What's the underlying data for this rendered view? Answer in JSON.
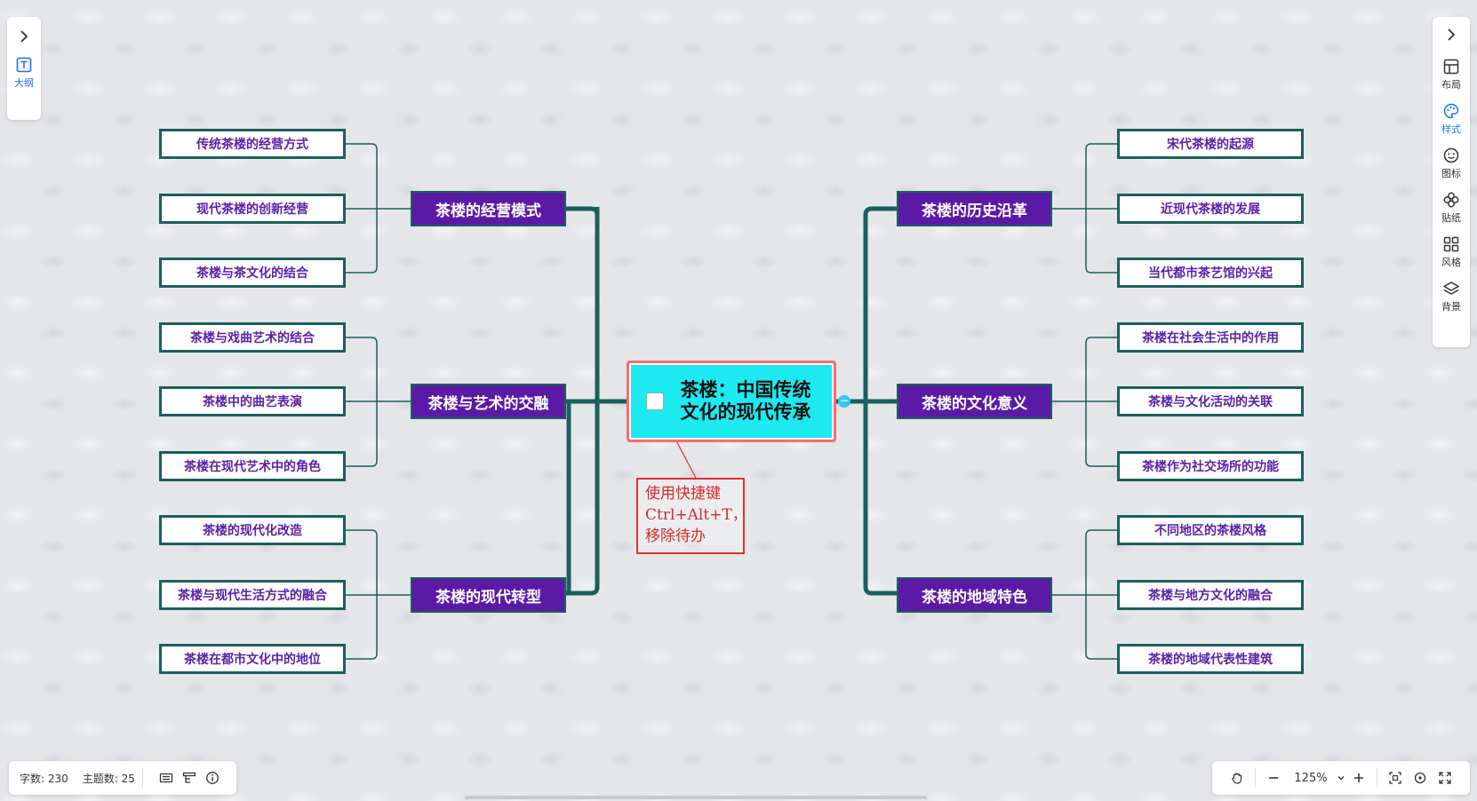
{
  "left_panel": {
    "outline_label": "大纲"
  },
  "right_panel": {
    "tools": [
      {
        "label": "布局",
        "icon": "layout-icon"
      },
      {
        "label": "样式",
        "icon": "palette-icon",
        "active": true
      },
      {
        "label": "图标",
        "icon": "smile-icon"
      },
      {
        "label": "贴纸",
        "icon": "sticker-icon"
      },
      {
        "label": "风格",
        "icon": "grid-icon"
      },
      {
        "label": "背景",
        "icon": "layers-icon"
      }
    ]
  },
  "mindmap": {
    "root": {
      "line1": "茶楼：中国传统",
      "line2": "文化的现代传承"
    },
    "left_branches": [
      {
        "label": "茶楼的经营模式",
        "children": [
          "传统茶楼的经营方式",
          "现代茶楼的创新经营",
          "茶楼与茶文化的结合"
        ]
      },
      {
        "label": "茶楼与艺术的交融",
        "children": [
          "茶楼与戏曲艺术的结合",
          "茶楼中的曲艺表演",
          "茶楼在现代艺术中的角色"
        ]
      },
      {
        "label": "茶楼的现代转型",
        "children": [
          "茶楼的现代化改造",
          "茶楼与现代生活方式的融合",
          "茶楼在都市文化中的地位"
        ]
      }
    ],
    "right_branches": [
      {
        "label": "茶楼的历史沿革",
        "children": [
          "宋代茶楼的起源",
          "近现代茶楼的发展",
          "当代都市茶艺馆的兴起"
        ]
      },
      {
        "label": "茶楼的文化意义",
        "children": [
          "茶楼在社会生活中的作用",
          "茶楼与文化活动的关联",
          "茶楼作为社交场所的功能"
        ]
      },
      {
        "label": "茶楼的地域特色",
        "children": [
          "不同地区的茶楼风格",
          "茶楼与地方文化的融合",
          "茶楼的地域代表性建筑"
        ]
      }
    ],
    "collapse_symbol": "−"
  },
  "note": {
    "lines": [
      "使用快捷键",
      "Ctrl+Alt+T，",
      "移除待办"
    ]
  },
  "status_bar": {
    "word_count": "字数: 230",
    "topic_count": "主题数: 25"
  },
  "zoom_bar": {
    "zoom": "125%"
  },
  "colors": {
    "branch_fill": "#5b1aa6",
    "line": "#1b5f5c",
    "root_fill": "#1de9f0",
    "root_border": "#ff6b6b",
    "leaf_text": "#5b1fa8",
    "note": "#e03030"
  }
}
